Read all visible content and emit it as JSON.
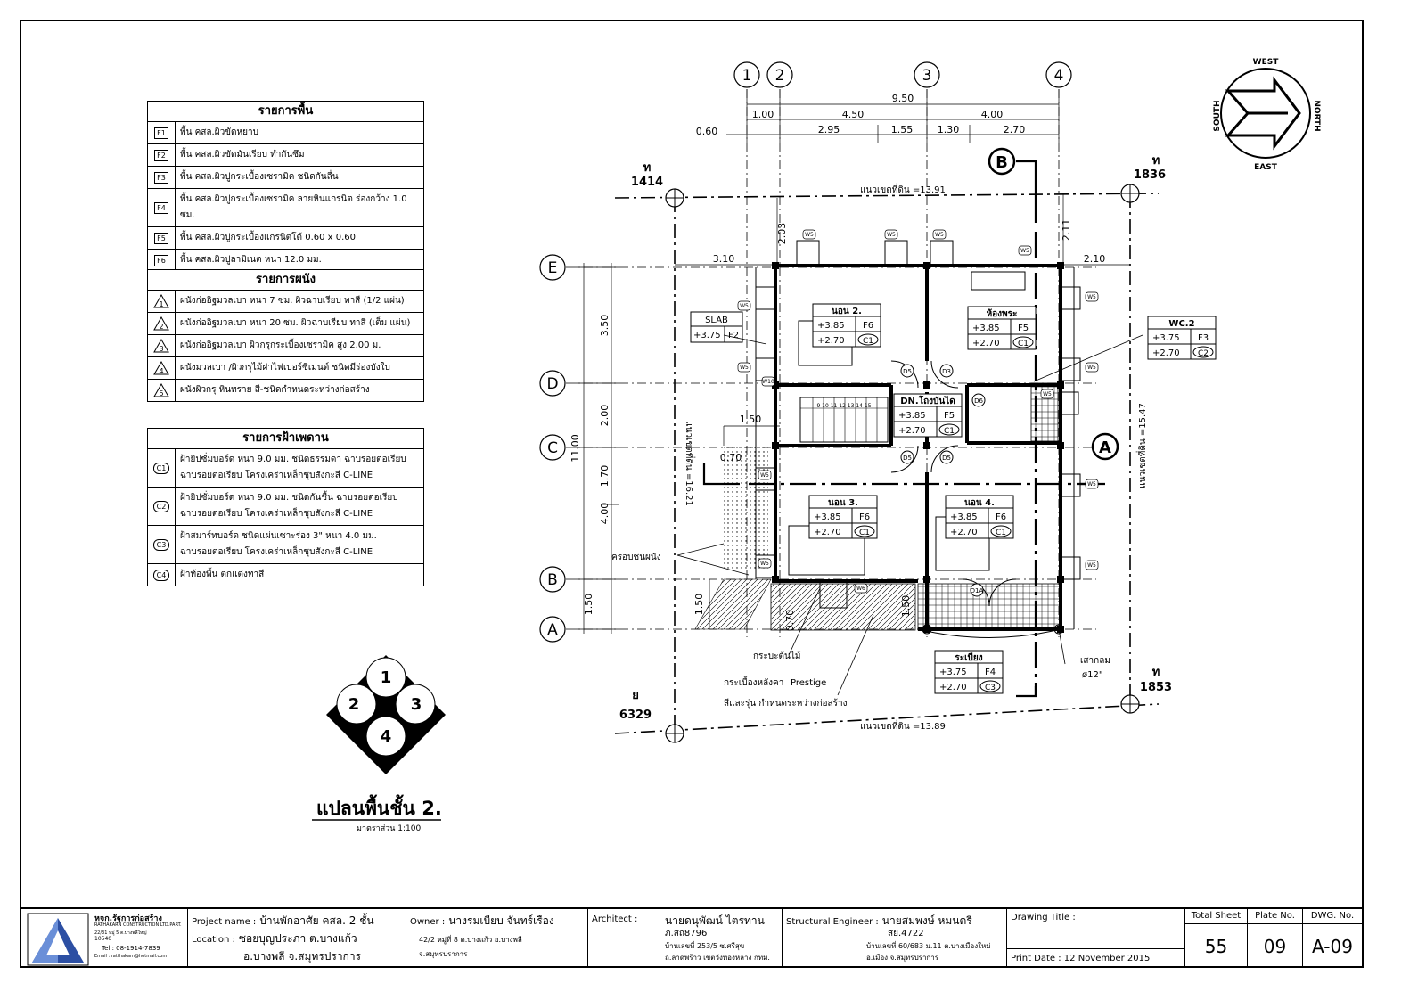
{
  "floor_table": {
    "title": "รายการพื้น",
    "rows": [
      {
        "code": "F1",
        "text": "พื้น คสล.ผิวขัดหยาบ"
      },
      {
        "code": "F2",
        "text": "พื้น คสล.ผิวขัดมันเรียบ ทำกันซึม"
      },
      {
        "code": "F3",
        "text": "พื้น คสล.ผิวปูกระเบื้องเซรามิค ชนิดกันลื่น"
      },
      {
        "code": "F4",
        "text": "พื้น คสล.ผิวปูกระเบื้องเซรามิค ลายหินแกรนิต ร่องกว้าง 1.0 ซม."
      },
      {
        "code": "F5",
        "text": "พื้น คสล.ผิวปูกระเบื้องแกรนิตโต้ 0.60 x 0.60"
      },
      {
        "code": "F6",
        "text": "พื้น คสล.ผิวปูลามิเนต หนา 12.0 มม."
      }
    ]
  },
  "wall_table": {
    "title": "รายการผนัง",
    "rows": [
      {
        "code": "1",
        "text": "ผนังก่ออิฐมวลเบา หนา 7 ซม. ผิวฉาบเรียบ ทาสี (1/2 แผ่น)"
      },
      {
        "code": "2",
        "text": "ผนังก่ออิฐมวลเบา หนา 20 ซม. ผิวฉาบเรียบ ทาสี (เต็ม แผ่น)"
      },
      {
        "code": "3",
        "text": "ผนังก่ออิฐมวลเบา ผิวกรุกระเบื้องเซรามิค สูง 2.00 ม."
      },
      {
        "code": "4",
        "text": "ผนังมวลเบา /ผิวกรุไม้ฝาไฟเบอร์ซีเมนต์ ชนิดมีร่องบังใบ"
      },
      {
        "code": "5",
        "text": "ผนังผิวกรุ หินทราย สี-ชนิดกำหนดระหว่างก่อสร้าง"
      }
    ]
  },
  "ceiling_table": {
    "title": "รายการฝ้าเพดาน",
    "rows": [
      {
        "code": "C1",
        "line1": "ฝ้ายิปซั่มบอร์ด หนา 9.0 มม. ชนิดธรรมดา ฉาบรอยต่อเรียบ",
        "line2": "ฉาบรอยต่อเรียบ โครงเคร่าเหล็กชุบสังกะสี C-LINE"
      },
      {
        "code": "C2",
        "line1": "ฝ้ายิปซั่มบอร์ด หนา 9.0 มม. ชนิดกันชื้น ฉาบรอยต่อเรียบ",
        "line2": "ฉาบรอยต่อเรียบ โครงเคร่าเหล็กชุบสังกะสี C-LINE"
      },
      {
        "code": "C3",
        "line1": "ฝ้าสมาร์ทบอร์ด ชนิดแผ่นเซาะร่อง 3\" หนา 4.0 มม.",
        "line2": "ฉาบรอยต่อเรียบ โครงเคร่าเหล็กชุบสังกะสี C-LINE"
      },
      {
        "code": "C4",
        "line1": "ฝ้าท้องพื้น ตกแต่งทาสี",
        "line2": ""
      }
    ]
  },
  "plan": {
    "title": "แปลนพื้นชั้น 2.",
    "scale": "มาตราส่วน    1:100",
    "axes_cols": [
      "1",
      "2",
      "3",
      "4"
    ],
    "axes_rows": [
      "E",
      "D",
      "C",
      "B",
      "A"
    ],
    "dims_top": {
      "overall": "9.50",
      "row2": [
        "1.00",
        "4.50",
        "4.00"
      ],
      "row3": [
        "0.60",
        "2.95",
        "1.55",
        "1.30",
        "2.70"
      ]
    },
    "dims_left": {
      "overall": "11.00",
      "seg": [
        "3.50",
        "2.00",
        "1.70",
        "4.00",
        "1.50"
      ]
    },
    "markers": {
      "nw_label": "ท",
      "nw_num": "1414",
      "ne_label": "ท",
      "ne_num": "1836",
      "se_label": "ท",
      "se_num": "1853",
      "sw_label": "ย",
      "sw_num": "6329"
    },
    "boundary": {
      "top": "แนวเขตที่ดิน =13.91",
      "bottom": "แนวเขตที่ดิน =13.89",
      "right": "แนวเขตที่ดิน =15.47",
      "left": "แนวเขตที่ดิน =16.21"
    },
    "misc_dims": {
      "d310": "3.10",
      "d210": "2.10",
      "d203": "2.03",
      "d211": "2.11",
      "d150": "1.50",
      "d070": "0.70",
      "d150b": "1.50",
      "d070b": "0.70",
      "d150c": "1.50"
    },
    "rooms": [
      {
        "name": "นอน 2.",
        "l1": "+3.85",
        "f1": "F6",
        "l2": "+2.70",
        "c": "C1"
      },
      {
        "name": "ห้องพระ",
        "l1": "+3.85",
        "f1": "F5",
        "l2": "+2.70",
        "c": "C1"
      },
      {
        "name": "DN.โถงบันได",
        "l1": "+3.85",
        "f1": "F5",
        "l2": "+2.70",
        "c": "C1"
      },
      {
        "name": "นอน 3.",
        "l1": "+3.85",
        "f1": "F6",
        "l2": "+2.70",
        "c": "C1"
      },
      {
        "name": "นอน 4.",
        "l1": "+3.85",
        "f1": "F6",
        "l2": "+2.70",
        "c": "C1"
      },
      {
        "name": "ระเบียง",
        "l1": "+3.75",
        "f1": "F4",
        "l2": "+2.70",
        "c": "C3"
      }
    ],
    "slab": {
      "name": "SLAB",
      "level": "+3.75",
      "f": "F2"
    },
    "wc2": {
      "name": "WC.2",
      "l1": "+3.75",
      "f1": "F3",
      "l2": "+2.70",
      "c": "C2"
    },
    "notes": {
      "wall_cover": "ครอบชนผนัง",
      "planter": "กระบะต้นไม้",
      "roof_tile": "กระเบื้องหลังคา",
      "prestige": "Prestige",
      "roof_note": "สีและรุ่น กำหนดระหว่างก่อสร้าง",
      "column": "เสากลม",
      "column_dia": "ø12\"",
      "section_a": "A",
      "section_b": "B"
    },
    "doors": [
      "D5",
      "D3",
      "D5",
      "D5",
      "D6",
      "D1A"
    ],
    "stair_nums": "9 10 11 12 13 14 15",
    "w_tags": [
      "W5",
      "W5",
      "W5",
      "W5",
      "W5",
      "W5",
      "W5",
      "W5",
      "W10",
      "W5",
      "W5",
      "W5",
      "W6",
      "W5",
      "W5"
    ]
  },
  "compass": {
    "west": "WEST",
    "north": "NORTH",
    "south": "SOUTH",
    "east": "EAST"
  },
  "key_plan": [
    "1",
    "2",
    "3",
    "4"
  ],
  "title_block": {
    "company": "หจก.รัฐการก่อสร้าง",
    "company_en": "RATHAKARN CONSTRUCTION LTD.PART.",
    "company_addr": "22/31 หมู่ 5 ต.บางพลีใหญ่",
    "company_zip": "10540",
    "company_tel": "Tel : 08-1914-7839",
    "company_email": "Email : ratthakarn@hotmail.com",
    "project_label": "Project name :",
    "project_name": "บ้านพักอาศัย คสล. 2 ชั้น",
    "location_label": "Location :",
    "location_1": "ซอยบุญประภา ต.บางแก้ว",
    "location_2": "อ.บางพลี จ.สมุทรปราการ",
    "owner_label": "Owner :",
    "owner_name": "นางรมเบียบ จันทร์เรือง",
    "owner_addr1": "42/2 หมู่ที่ 8 ต.บางแก้ว อ.บางพลี",
    "owner_addr2": "จ.สมุทรปราการ",
    "architect_label": "Architect :",
    "architect_name": "นายดนุพัฒน์ ไตรทาน",
    "architect_reg": "ภ.สถ8796",
    "architect_addr1": "บ้านเลขที่ 253/5 ซ.ศรีสุข",
    "architect_addr2": "ถ.ลาดพร้าว เขตวังทองหลาง กทม.",
    "engineer_label": "Structural Engineer :",
    "engineer_name": "นายสมพงษ์ หมนตรี",
    "engineer_reg": "สย.4722",
    "engineer_addr1": "บ้านเลขที่ 60/683 ม.11 ต.บางเมืองใหม่",
    "engineer_addr2": "อ.เมือง จ.สมุทรปราการ",
    "drawing_title_label": "Drawing Title :",
    "print_date": "Print Date :  12 November 2015",
    "total_sheet_label": "Total Sheet",
    "total_sheet": "55",
    "plate_label": "Plate No.",
    "plate": "09",
    "dwg_label": "DWG. No.",
    "dwg": "A-09"
  }
}
